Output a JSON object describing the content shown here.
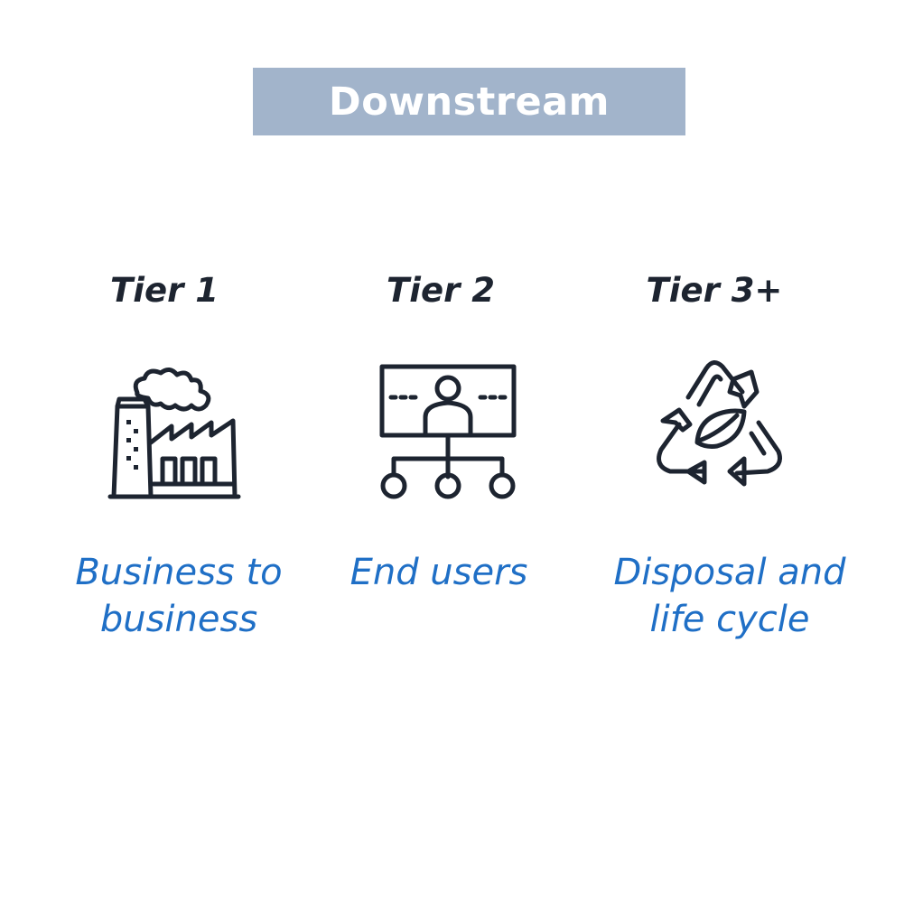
{
  "banner": {
    "title": "Downstream"
  },
  "tiers": [
    {
      "label": "Tier 1",
      "icon": "factory-icon",
      "desc_line1": "Business to",
      "desc_line2": "business"
    },
    {
      "label": "Tier 2",
      "icon": "end-users-network-icon",
      "desc_line1": "End users",
      "desc_line2": ""
    },
    {
      "label": "Tier 3+",
      "icon": "recycle-icon",
      "desc_line1": "Disposal and",
      "desc_line2": "life cycle"
    }
  ],
  "colors": {
    "banner_bg": "#a2b4cb",
    "banner_text": "#ffffff",
    "tier_label": "#1d2430",
    "description": "#1f6fc6",
    "icon_stroke": "#1d2430"
  }
}
